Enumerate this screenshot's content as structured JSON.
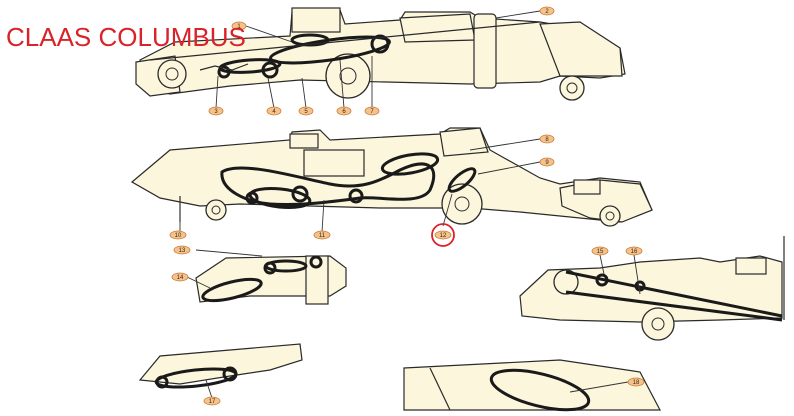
{
  "title": "CLAAS COLUMBUS",
  "colors": {
    "title": "#d9232a",
    "highlight": "#d9232a",
    "callout": "#f6c28b",
    "machine": "#fbf6dc"
  },
  "callouts": {
    "c1": "1",
    "c2": "2",
    "c3": "3",
    "c4": "4",
    "c5": "5",
    "c6": "6",
    "c7": "7",
    "c8a": "8",
    "c8b": "9",
    "c10": "10",
    "c11": "11",
    "c12": "12",
    "c13": "13",
    "c14": "14",
    "c15": "15",
    "c16": "16",
    "c17": "17",
    "c18": "18"
  },
  "highlighted_callout": "12"
}
